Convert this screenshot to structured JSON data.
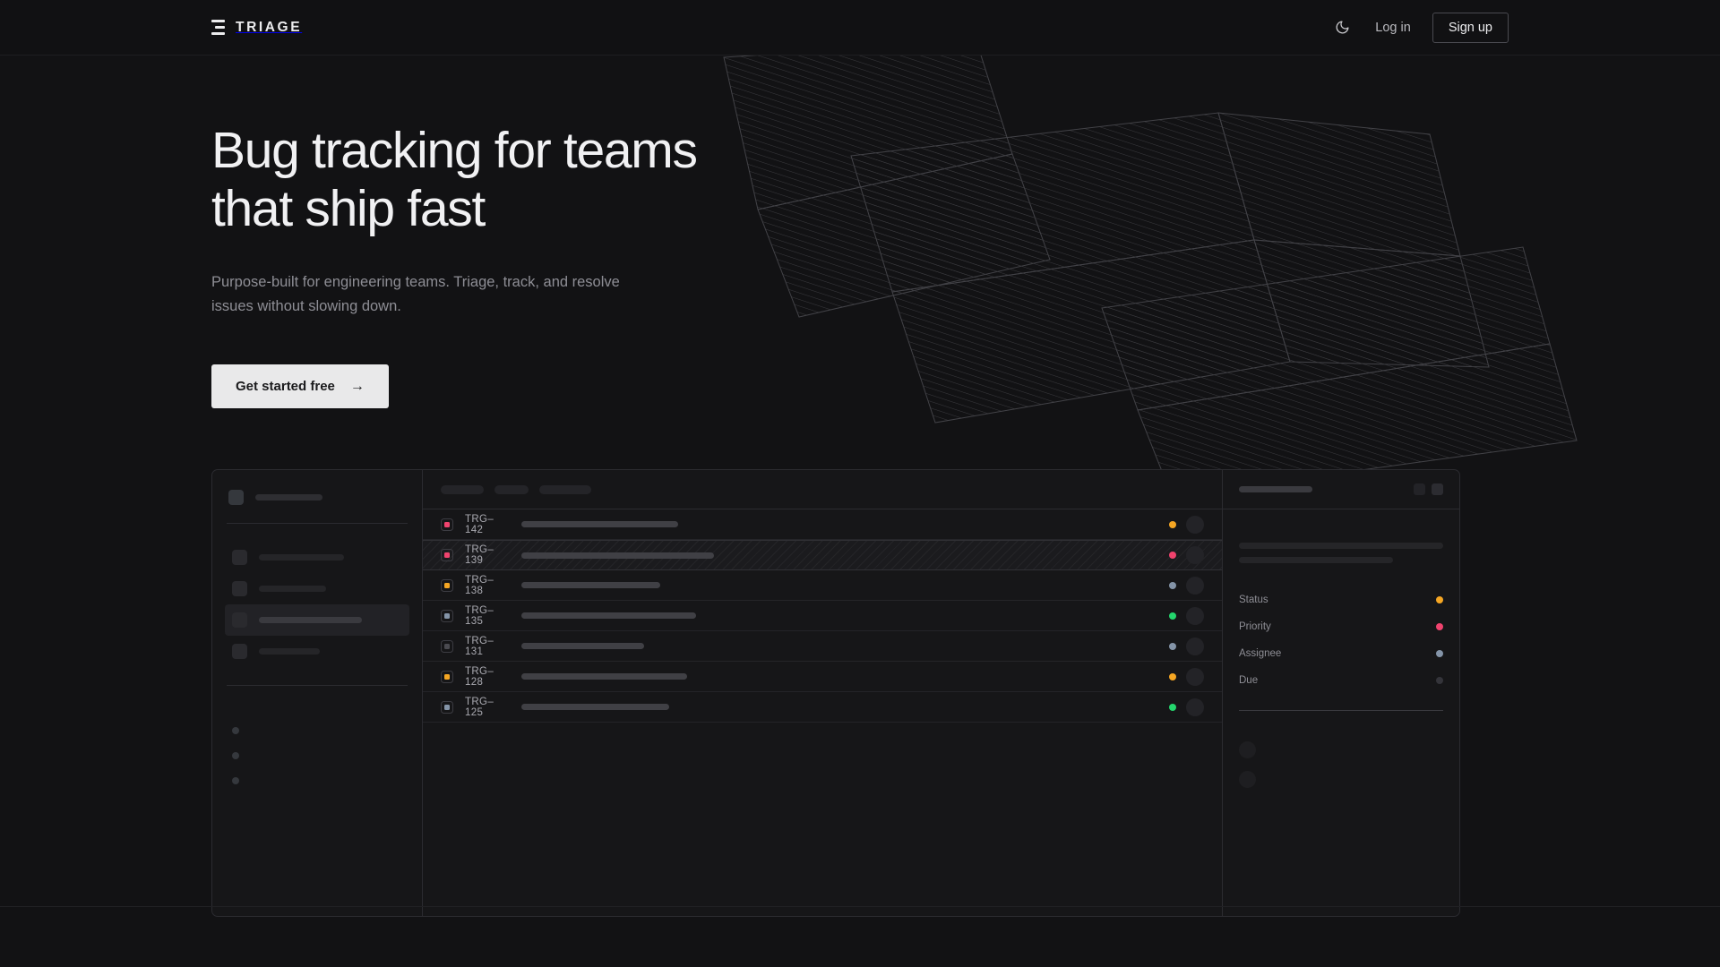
{
  "nav": {
    "brand": "TRIAGE",
    "brand_icon": "stacked-bars-logo-icon",
    "theme_icon": "moon-icon",
    "login_label": "Log in",
    "signup_label": "Sign up"
  },
  "hero": {
    "heading": "Bug tracking for teams that ship fast",
    "subheading": "Purpose-built for engineering teams. Triage, track, and resolve issues without slowing down.",
    "cta_label": "Get started free",
    "cta_arrow": "→"
  },
  "mockup": {
    "sidebar": {
      "header_placeholder_width": 75,
      "nav_items": [
        {
          "width": 95,
          "active": false
        },
        {
          "width": 75,
          "active": false
        },
        {
          "width": 115,
          "active": true
        },
        {
          "width": 68,
          "active": false
        }
      ],
      "section_label_width": 67,
      "sub_items": [
        1,
        2,
        3
      ]
    },
    "list": {
      "toolbar_pills": [
        48,
        38,
        58
      ],
      "rows": [
        {
          "key": "TRG–142",
          "chip": "#f0436e",
          "title_width": 175,
          "status": "#f5a623",
          "selected": false
        },
        {
          "key": "TRG–139",
          "chip": "#f0436e",
          "title_width": 215,
          "status": "#f0436e",
          "selected": true
        },
        {
          "key": "TRG–138",
          "chip": "#f5a623",
          "title_width": 155,
          "status": "#8494a8",
          "selected": false
        },
        {
          "key": "TRG–135",
          "chip": "#8494a8",
          "title_width": 195,
          "status": "#24d66d",
          "selected": false
        },
        {
          "key": "TRG–131",
          "chip": "#4a4a50",
          "title_width": 137,
          "status": "#8494a8",
          "selected": false
        },
        {
          "key": "TRG–128",
          "chip": "#f5a623",
          "title_width": 185,
          "status": "#f5a623",
          "selected": false
        },
        {
          "key": "TRG–125",
          "chip": "#8494a8",
          "title_width": 165,
          "status": "#24d66d",
          "selected": false
        }
      ]
    },
    "detail": {
      "title_placeholder_width": 82,
      "icon_buttons": [
        "panel-icon",
        "more-icon"
      ],
      "summary_width": 122,
      "body_lines": [
        228,
        172
      ],
      "meta": [
        {
          "label": "Status",
          "color": "#f5a623"
        },
        {
          "label": "Priority",
          "color": "#f0436e"
        },
        {
          "label": "Assignee",
          "color": "#8494a8"
        },
        {
          "label": "Due",
          "color": "#34343a"
        }
      ],
      "activity_label_width": 52,
      "activity_items": [
        1,
        2
      ]
    }
  },
  "colors": {
    "background": "#121214",
    "surface": "#161618",
    "border": "#2b2b30",
    "text": "#f1f1f3",
    "muted": "#8e8e95",
    "accent_amber": "#f5a623",
    "accent_pink": "#f0436e",
    "accent_green": "#24d66d",
    "accent_slate": "#8494a8"
  }
}
